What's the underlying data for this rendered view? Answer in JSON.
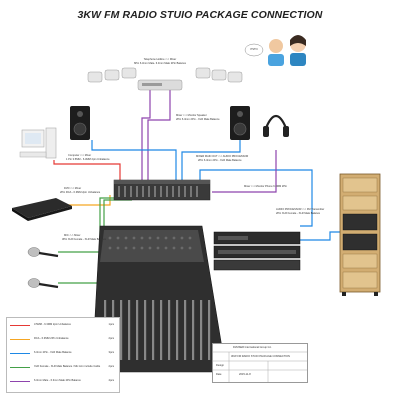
{
  "title": "3KW FM RADIO STUIO PACKAGE CONNECTION",
  "labels": {
    "telephone_hybrid": "Telephone Hotline <-> Mixer",
    "telephone_hybrid_sub": "6Pin 6.3mm Male- 6.3mm Male 2Pin Balance",
    "pstn": "PSTN",
    "mixer_monitor_speaker": "Mixer <-> Monitor Speaker",
    "mixer_monitor_speaker_sub": "2Pin 6.3mm 2Pin - XLR Male Balance",
    "computer_mixer": "Computer <-> Mixer",
    "computer_mixer_sub": "1 Pin 3.5MM - 6.3MM 2pin Unbalance",
    "mixer_main_out": "MIXER MAIN OUT <-> AUDIO PROCESSOR",
    "mixer_main_out_sub": "2Pin 6.3mm 2Pin - XLR Male Balance",
    "dvd_mixer": "DVD <-> Mixer",
    "dvd_mixer_sub": "2Pin RCA - 6.3MM 2pin Unbalance",
    "mixer_monitor_phone": "Mixer <-> Monitor Phone 6.3MM 2Pin",
    "audio_processor_tx": "AUDIO PROCESSOR <-> FM Transmitter",
    "audio_processor_tx_sub": "2Pin XLR Female - XLR Male Balance",
    "mic_mixer": "MIC <-> Mixer",
    "mic_mixer_sub": "3Pin XLR Female - XLR Male Balance"
  },
  "legend": [
    {
      "color": "#e53935",
      "text": "3.5MM - 6.3MM 2pin Unbalance",
      "qty": "1pcs"
    },
    {
      "color": "#f5a623",
      "text": "RCA - 6.3MM 2Pin Unbalance",
      "qty": "2pcs"
    },
    {
      "color": "#1e88e5",
      "text": "6.3mm 2Pin - XLR Male Balance",
      "qty": "3pcs"
    },
    {
      "color": "#43a047",
      "text": "XLR Female - XLR Male Balance / Mic Arm include Cable",
      "qty": "2pcs"
    },
    {
      "color": "#8e44ad",
      "text": "6.3mm Male - 6.3mm Male 2Pin Balance",
      "qty": "4pcs"
    }
  ],
  "title_block": {
    "company": "FMUSER International Group Inc.",
    "drawing": "3KW FM RADIO STUIO PACKAGE CONNECTION",
    "row_a": "Design",
    "row_b": "Date",
    "date": "2015-11-8"
  },
  "colors": {
    "red": "#e53935",
    "orange": "#f5a623",
    "blue": "#1e88e5",
    "green": "#43a047",
    "purple": "#8e44ad",
    "rack": "#c9a46a"
  }
}
